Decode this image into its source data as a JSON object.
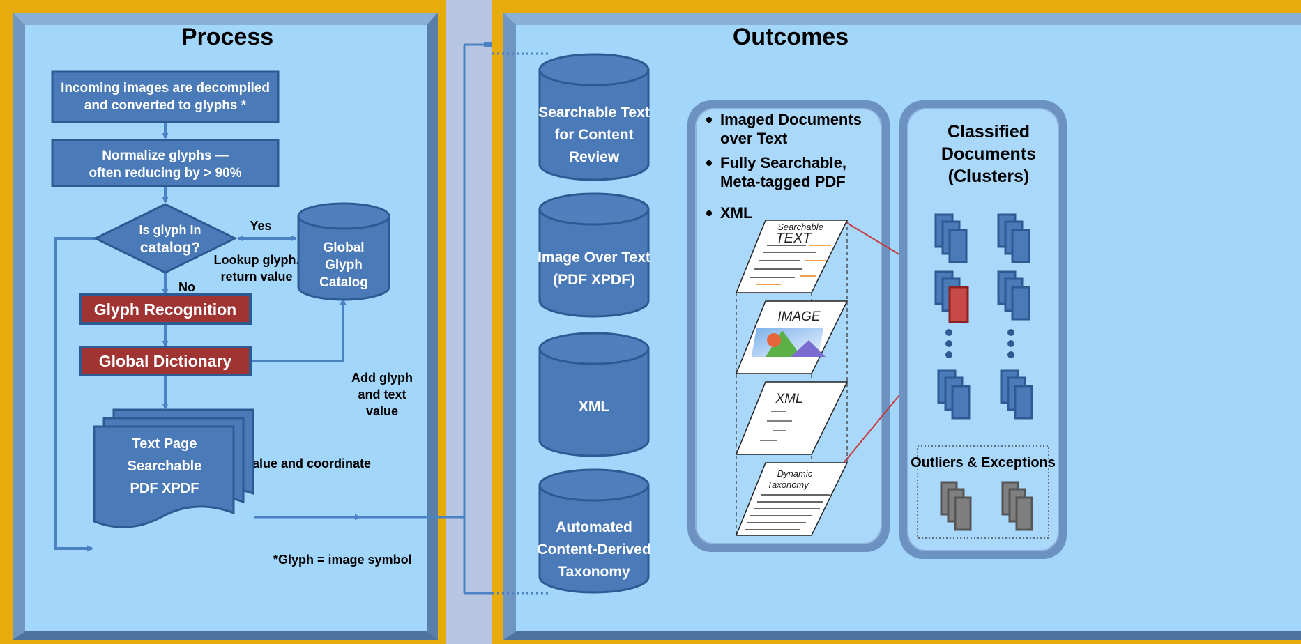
{
  "process": {
    "title": "Process",
    "box1": [
      "Incoming images are decompiled",
      "and converted to glyphs *"
    ],
    "box2": [
      "Normalize  glyphs  —",
      "often reducing by > 90%"
    ],
    "decision": [
      "Is glyph In",
      "catalog?"
    ],
    "yes_label": "Yes",
    "no_label": "No",
    "lookup_label": [
      "Lookup glyph,",
      "return value"
    ],
    "catalog": [
      "Global",
      "Glyph",
      "Catalog"
    ],
    "recognition": "Glyph Recognition",
    "dictionary": "Global Dictionary",
    "add_label": [
      "Add glyph",
      "and text",
      "value"
    ],
    "return_label": "Return text value and coordinate",
    "textpage": [
      "Text Page",
      "Searchable",
      "PDF XPDF"
    ],
    "footnote": "*Glyph = image symbol"
  },
  "outcomes": {
    "title": "Outcomes",
    "cylinders": [
      [
        "Searchable Text",
        "for Content",
        "Review"
      ],
      [
        "Image Over Text",
        "(PDF XPDF)"
      ],
      [
        "XML"
      ],
      [
        "Automated",
        "Content-Derived",
        "Taxonomy"
      ]
    ],
    "bullets": [
      [
        "Imaged Documents",
        "over Text"
      ],
      [
        "Fully Searchable,",
        "Meta-tagged PDF"
      ],
      [
        "XML"
      ]
    ],
    "layers": {
      "searchable_top": "Searchable",
      "searchable_main": "TEXT",
      "image": "IMAGE",
      "xml": "XML",
      "taxonomy_line1": "Dynamic",
      "taxonomy_line2": "Taxonomy"
    },
    "classified_title": [
      "Classified",
      "Documents",
      "(Clusters)"
    ],
    "outliers_label": "Outliers & Exceptions"
  },
  "colors": {
    "frame_gold": "#e7ab0c",
    "panel_fill": "#a3d6fb",
    "bevel": "#5a7eaa",
    "shape_blue": "#4a7ab8",
    "shape_stroke": "#2d5a93",
    "red_box": "#a03433",
    "connector": "#4b82c4",
    "red_line": "#c6393c",
    "gray_doc": "#7f7f7f"
  }
}
